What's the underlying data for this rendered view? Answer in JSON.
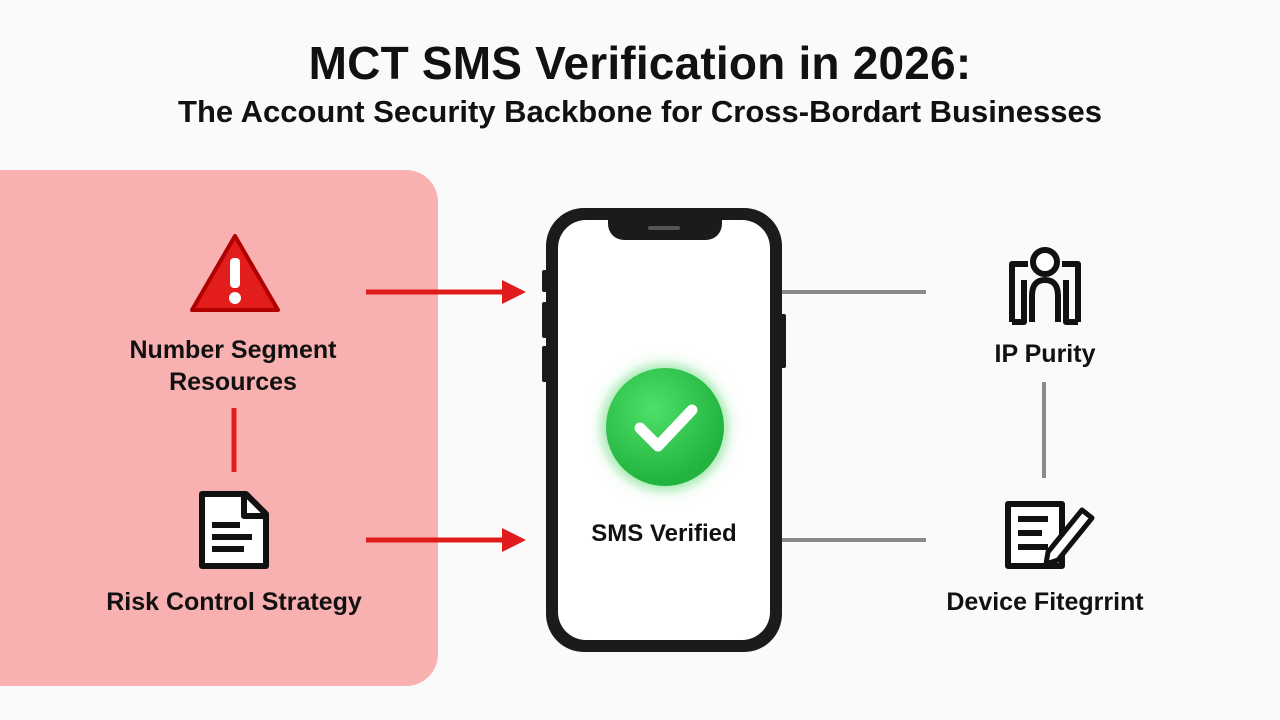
{
  "header": {
    "title": "MCT SMS Verification in 2026:",
    "subtitle": "The Account Security Backbone for Cross-Bordart Businesses"
  },
  "left_panel": {
    "number_segment_label": "Number Segment\nResources",
    "risk_control_label": "Risk Control Strategy"
  },
  "phone": {
    "status_label": "SMS Verified"
  },
  "right_panel": {
    "ip_purity_label": "IP Purity",
    "device_fingerprint_label": "Device Fitegrrint"
  },
  "icons": {
    "warning": "warning-icon",
    "document": "document-icon",
    "checkmark": "checkmark-icon",
    "user_building": "user-building-icon",
    "edit_document": "edit-document-icon"
  },
  "colors": {
    "risk_panel": "#f8b0b0",
    "arrow": "#e01b1b",
    "connector_gray": "#8a8a8a",
    "check_green": "#2cc24a",
    "phone_frame": "#1b1b1b"
  }
}
